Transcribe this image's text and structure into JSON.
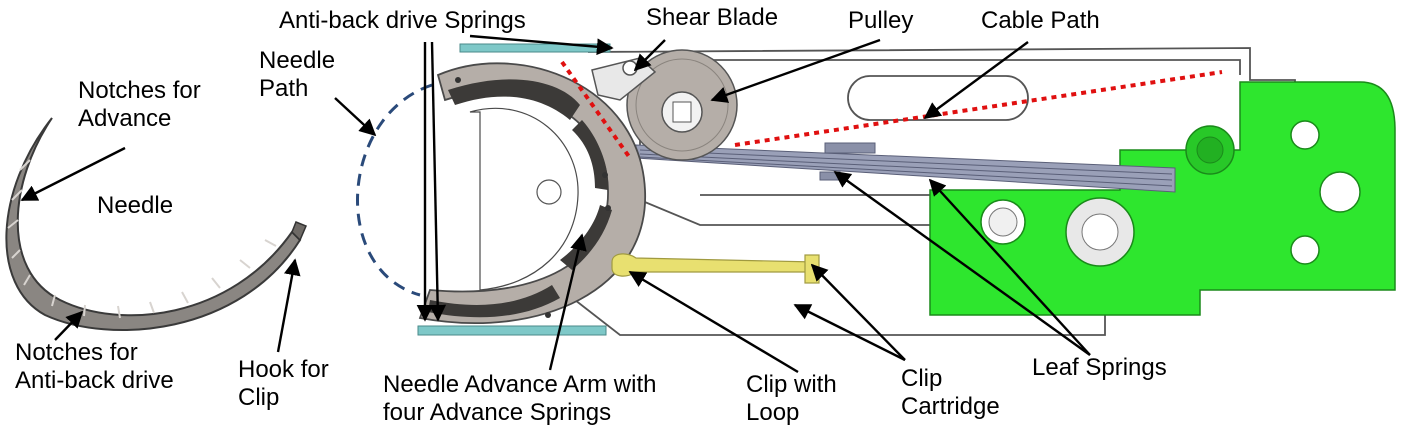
{
  "labels": {
    "notches_advance": [
      "Notches for",
      "Advance"
    ],
    "needle": "Needle",
    "notches_antiback": [
      "Notches for",
      "Anti-back drive"
    ],
    "hook_clip": [
      "Hook for",
      "Clip"
    ],
    "antiback_springs": "Anti-back drive Springs",
    "needle_path": [
      "Needle",
      "Path"
    ],
    "shear_blade": "Shear Blade",
    "pulley": "Pulley",
    "cable_path": "Cable Path",
    "advance_arm": [
      "Needle Advance Arm with",
      "four Advance Springs"
    ],
    "clip_loop": [
      "Clip with",
      "Loop"
    ],
    "clip_cartridge": [
      "Clip",
      "Cartridge"
    ],
    "leaf_springs": "Leaf Springs"
  },
  "colors": {
    "housing_green": "#2ee62e",
    "spring_teal": "#7ec8c8",
    "cable_red": "#e01010",
    "needle_path_blue": "#2a4a7a",
    "clip_yellow": "#e8e070",
    "metal_grey": "#a8a4a0",
    "leaf_grey": "#9aa0b8"
  }
}
